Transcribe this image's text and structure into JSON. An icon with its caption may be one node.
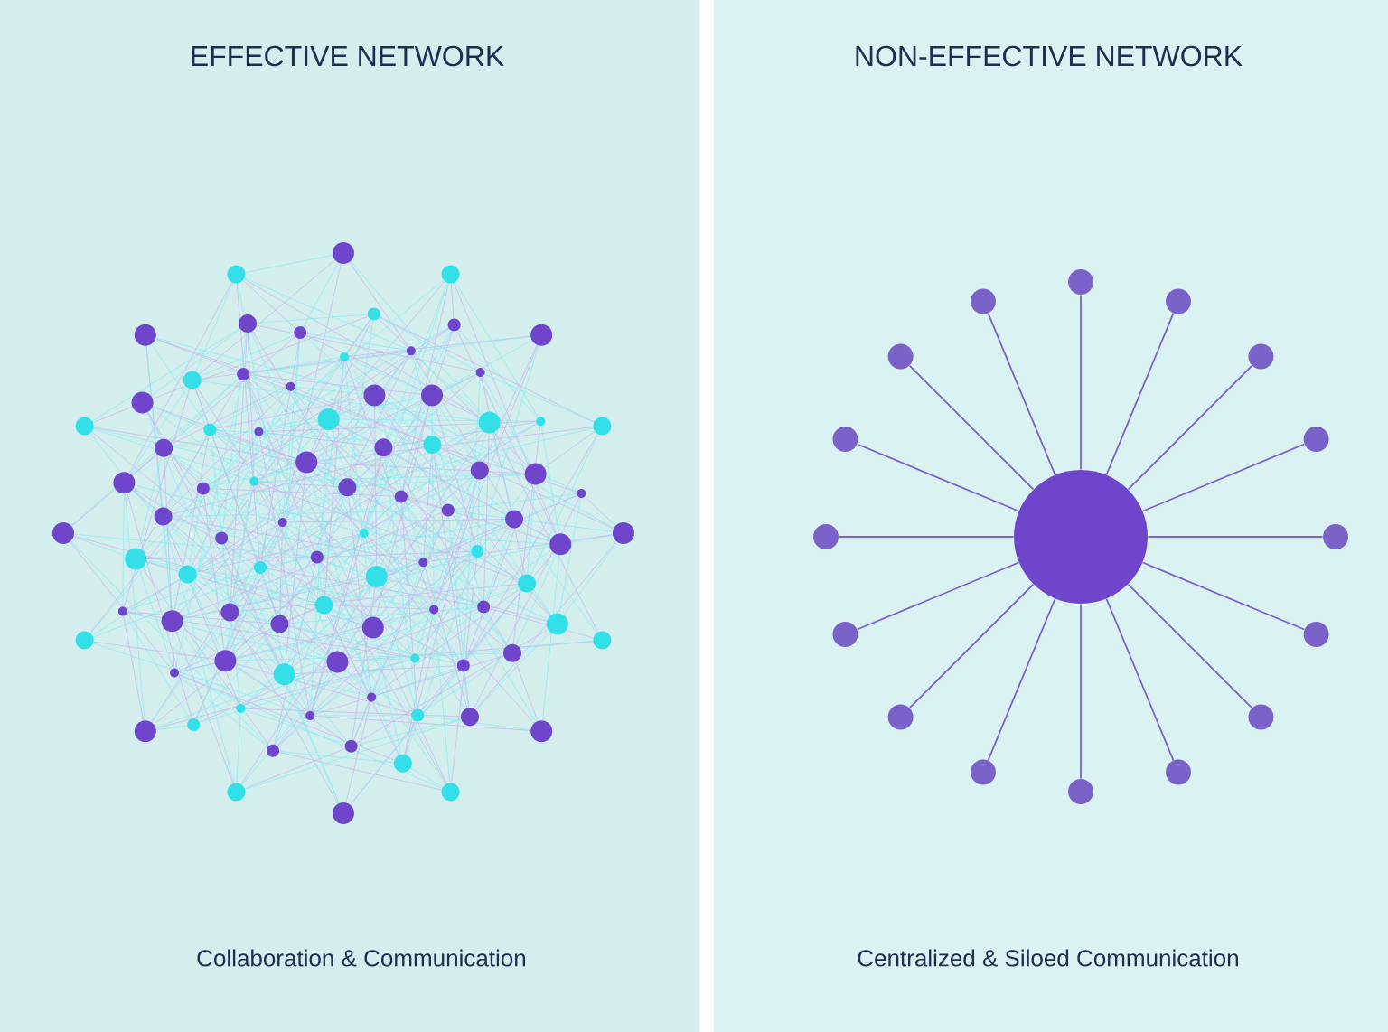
{
  "diagram": {
    "nodes": [
      {
        "text": [],
        "shape": "circle"
      },
      {
        "text": [],
        "shape": "circle"
      },
      {
        "text": [],
        "shape": "circle"
      },
      {
        "text": [],
        "shape": "circle"
      },
      {
        "text": [],
        "shape": "circle"
      },
      {
        "text": [],
        "shape": "circle"
      },
      {
        "text": [],
        "shape": "circle"
      },
      {
        "text": [],
        "shape": "circle"
      },
      {
        "text": [],
        "shape": "circle"
      },
      {
        "text": [],
        "shape": "circle"
      },
      {
        "text": [],
        "shape": "circle"
      },
      {
        "text": [],
        "shape": "circle"
      },
      {
        "text": [],
        "shape": "circle"
      },
      {
        "text": [],
        "shape": "circle"
      },
      {
        "text": [],
        "shape": "circle"
      },
      {
        "text": [],
        "shape": "circle"
      },
      {
        "text": [],
        "shape": "circle"
      }
    ],
    "edges": [
      {
        "from": 0,
        "to": 1,
        "arrow": "none"
      },
      {
        "from": 0,
        "to": 2,
        "arrow": "none"
      },
      {
        "from": 0,
        "to": 3,
        "arrow": "none"
      },
      {
        "from": 0,
        "to": 4,
        "arrow": "none"
      },
      {
        "from": 0,
        "to": 5,
        "arrow": "none"
      },
      {
        "from": 0,
        "to": 6,
        "arrow": "none"
      },
      {
        "from": 0,
        "to": 7,
        "arrow": "none"
      },
      {
        "from": 0,
        "to": 8,
        "arrow": "none"
      },
      {
        "from": 0,
        "to": 9,
        "arrow": "none"
      },
      {
        "from": 0,
        "to": 10,
        "arrow": "none"
      },
      {
        "from": 0,
        "to": 11,
        "arrow": "none"
      },
      {
        "from": 0,
        "to": 12,
        "arrow": "none"
      },
      {
        "from": 0,
        "to": 13,
        "arrow": "none"
      },
      {
        "from": 0,
        "to": 14,
        "arrow": "none"
      },
      {
        "from": 0,
        "to": 15,
        "arrow": "none"
      },
      {
        "from": 0,
        "to": 16,
        "arrow": "none"
      }
    ],
    "labels": [
      "EFFECTIVE NETWORK",
      "NON-EFFECTIVE NETWORK",
      "Collaboration & Communication",
      "Centralized & Siloed Communication"
    ]
  }
}
